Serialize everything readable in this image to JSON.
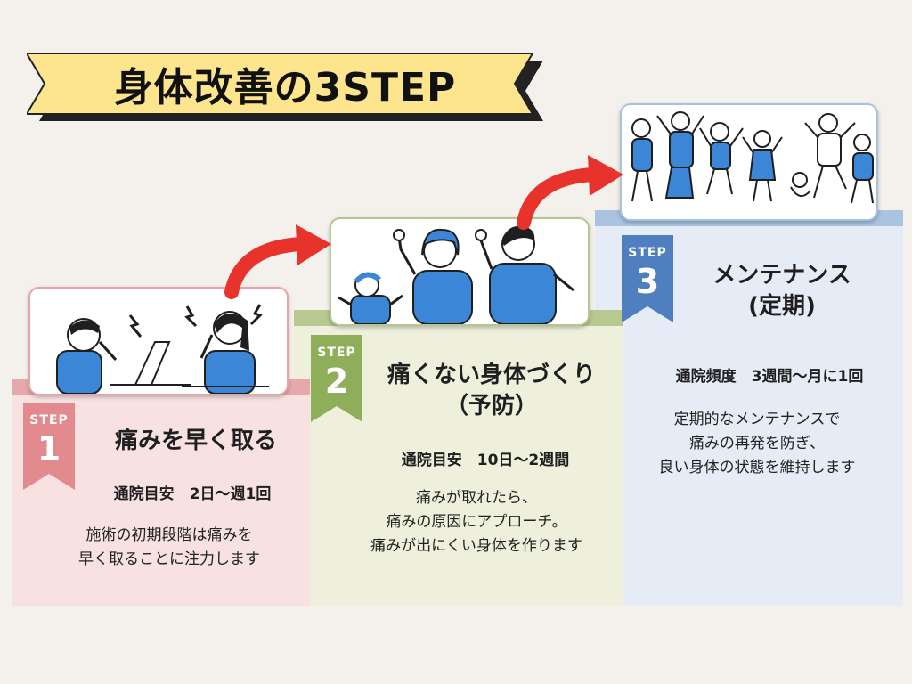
{
  "title": "身体改善の3STEP",
  "colors": {
    "step1": "#e28a8e",
    "step2": "#8fae5a",
    "step3": "#4f7fbf",
    "arrow": "#e7332c",
    "banner": "#fde58e",
    "figure": "#3b86d6"
  },
  "steps": [
    {
      "badge_label": "STEP",
      "number": "1",
      "title": "痛みを早く取る",
      "guide": "通院目安　2日～週1回",
      "desc": [
        "施術の初期段階は痛みを",
        "早く取ることに注力します"
      ],
      "illustration": "two-people-in-pain"
    },
    {
      "badge_label": "STEP",
      "number": "2",
      "title": [
        "痛くない身体づくり",
        "（予防）"
      ],
      "guide": "通院目安　10日～2週間",
      "desc": [
        "痛みが取れたら、",
        "痛みの原因にアプローチ。",
        "痛みが出にくい身体を作ります"
      ],
      "illustration": "family-flexing"
    },
    {
      "badge_label": "STEP",
      "number": "3",
      "title": [
        "メンテナンス",
        "(定期)"
      ],
      "guide": "通院頻度　3週間～月に1回",
      "desc": [
        "定期的なメンテナンスで",
        "痛みの再発を防ぎ、",
        "良い身体の状態を維持します"
      ],
      "illustration": "people-jumping"
    }
  ]
}
